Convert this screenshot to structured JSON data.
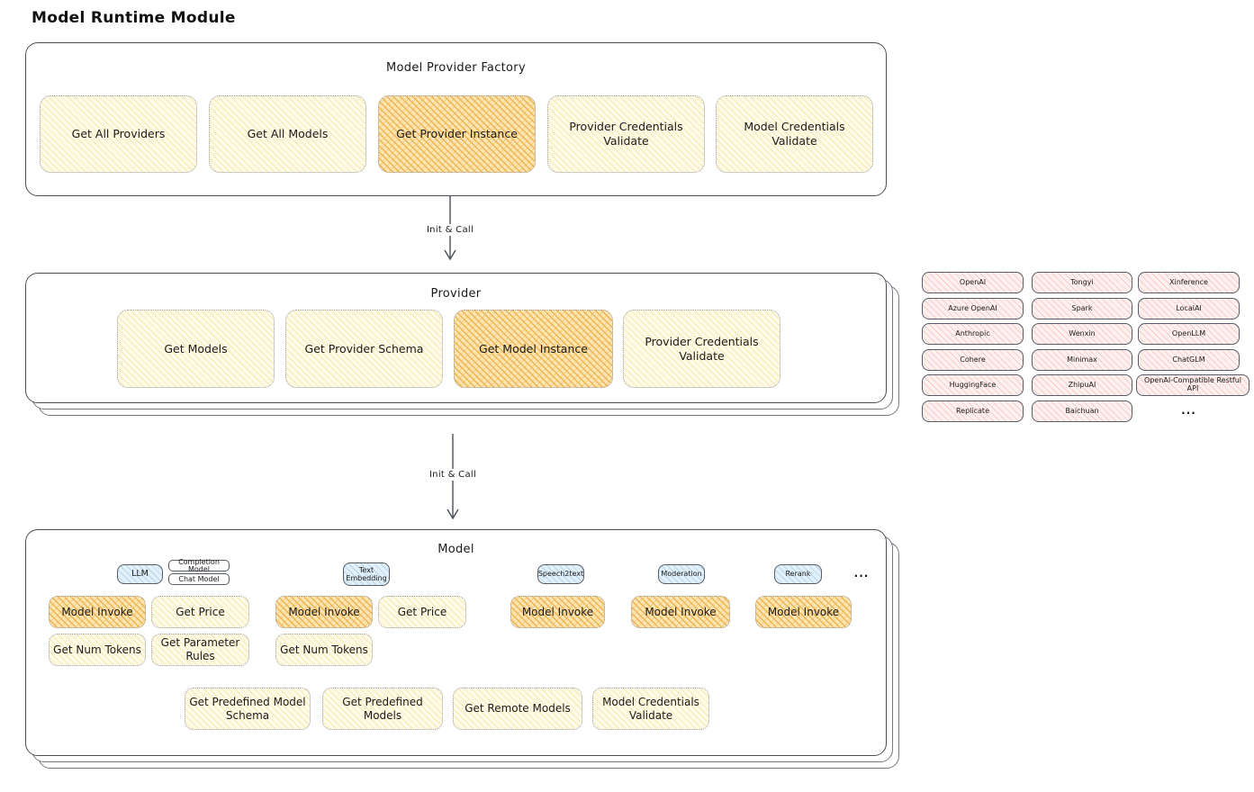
{
  "title": "Model Runtime Module",
  "colors": {
    "yellow_box": "#fefae6",
    "orange_highlight": "#f6cd85",
    "pink_chip": "#fdf0ee",
    "blue_tag": "#e2f0fa",
    "outline": "#4a4e54"
  },
  "factory": {
    "label": "Model Provider Factory",
    "boxes": [
      {
        "label": "Get All Providers",
        "highlighted": false
      },
      {
        "label": "Get All Models",
        "highlighted": false
      },
      {
        "label": "Get Provider Instance",
        "highlighted": true
      },
      {
        "label": "Provider Credentials Validate",
        "highlighted": false
      },
      {
        "label": "Model Credentials Validate",
        "highlighted": false
      }
    ]
  },
  "arrows": [
    {
      "label": "Init & Call"
    },
    {
      "label": "Init & Call"
    }
  ],
  "provider": {
    "label": "Provider",
    "boxes": [
      {
        "label": "Get Models",
        "highlighted": false
      },
      {
        "label": "Get Provider Schema",
        "highlighted": false
      },
      {
        "label": "Get Model Instance",
        "highlighted": true
      },
      {
        "label": "Provider Credentials Validate",
        "highlighted": false
      }
    ]
  },
  "providers": {
    "items": [
      "OpenAI",
      "Tongyi",
      "Xinference",
      "Azure OpenAI",
      "Spark",
      "LocalAI",
      "Anthropic",
      "Wenxin",
      "OpenLLM",
      "Cohere",
      "Minimax",
      "ChatGLM",
      "HuggingFace",
      "ZhipuAI",
      "OpenAI-Compatible Restful API",
      "Replicate",
      "Baichuan"
    ],
    "more_label": "..."
  },
  "model": {
    "label": "Model",
    "llm": {
      "tag": "LLM",
      "sub_tags": [
        "Completion Model",
        "Chat Model"
      ],
      "invoke": "Model Invoke",
      "get_price": "Get Price",
      "get_num_tokens": "Get Num Tokens",
      "get_parameter_rules": "Get Parameter Rules"
    },
    "text_embedding": {
      "tag": "Text Embedding",
      "invoke": "Model Invoke",
      "get_price": "Get Price",
      "get_num_tokens": "Get Num Tokens"
    },
    "speech2text": {
      "tag": "Speech2text",
      "invoke": "Model Invoke"
    },
    "moderation": {
      "tag": "Moderation",
      "invoke": "Model Invoke"
    },
    "rerank": {
      "tag": "Rerank",
      "invoke": "Model Invoke"
    },
    "more_label": "...",
    "bottom_boxes": [
      "Get Predefined Model Schema",
      "Get Predefined Models",
      "Get Remote Models",
      "Model Credentials Validate"
    ]
  }
}
